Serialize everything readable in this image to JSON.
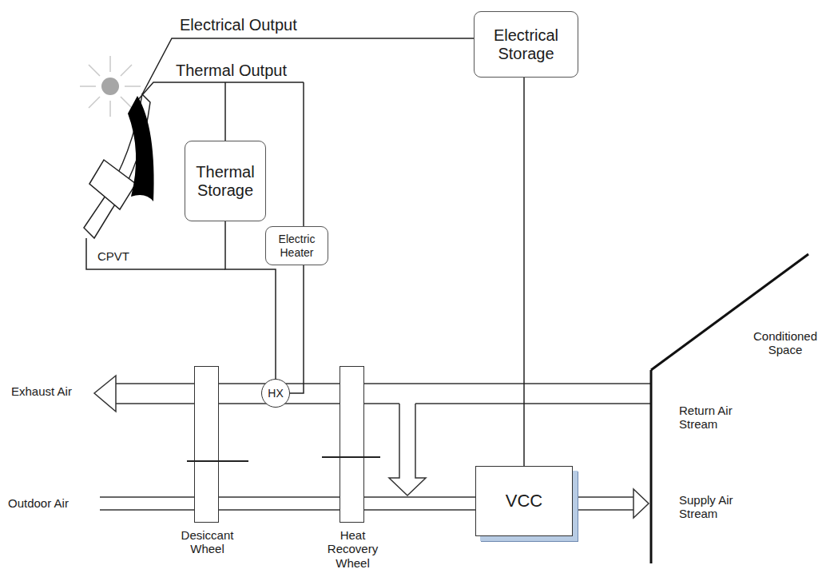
{
  "diagram": {
    "nodes": [
      {
        "text": [
          "Electrical Storage"
        ]
      },
      {
        "text": [
          "Thermal Storage"
        ]
      },
      {
        "text": [
          "Electric Heater"
        ]
      },
      {
        "text": [
          "HX"
        ]
      },
      {
        "text": [
          "Desiccant Wheel"
        ]
      },
      {
        "text": [
          "Heat Recovery Wheel"
        ]
      },
      {
        "text": [
          "VCC"
        ]
      }
    ],
    "edges": [
      {
        "from": 0,
        "to": 6,
        "arrow": "none"
      },
      {
        "from": 1,
        "to": 3,
        "arrow": "none"
      },
      {
        "from": 2,
        "to": 3,
        "arrow": "none"
      }
    ],
    "labels": [
      "Electrical Output",
      "Thermal Output",
      "CPVT",
      "Exhaust Air",
      "Outdoor Air",
      "Conditioned Space",
      "Return Air Stream",
      "Supply Air Stream"
    ]
  }
}
